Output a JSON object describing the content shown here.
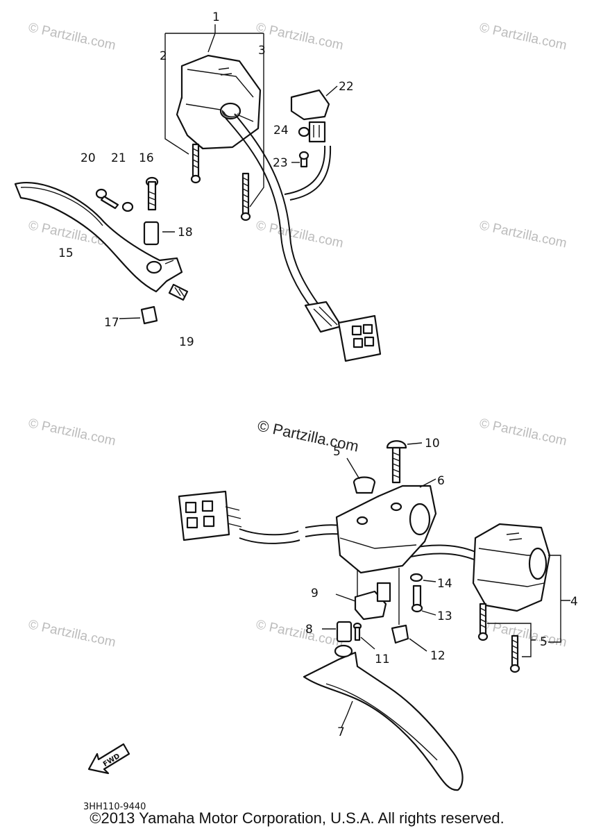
{
  "callouts": {
    "c1": "1",
    "c2": "2",
    "c3": "3",
    "c4": "4",
    "c5a": "5",
    "c5b": "5",
    "c6": "6",
    "c7": "7",
    "c8": "8",
    "c9": "9",
    "c10": "10",
    "c11": "11",
    "c12": "12",
    "c13": "13",
    "c14": "14",
    "c15": "15",
    "c16": "16",
    "c17": "17",
    "c18": "18",
    "c19": "19",
    "c20": "20",
    "c21": "21",
    "c22": "22",
    "c23": "23",
    "c24": "24"
  },
  "watermark": {
    "text": "© Partzilla.com"
  },
  "fwd_label": "FWD",
  "diagram_code": "3HH110-9440",
  "copyright": "©2013 Yamaha Motor Corporation, U.S.A. All rights reserved."
}
